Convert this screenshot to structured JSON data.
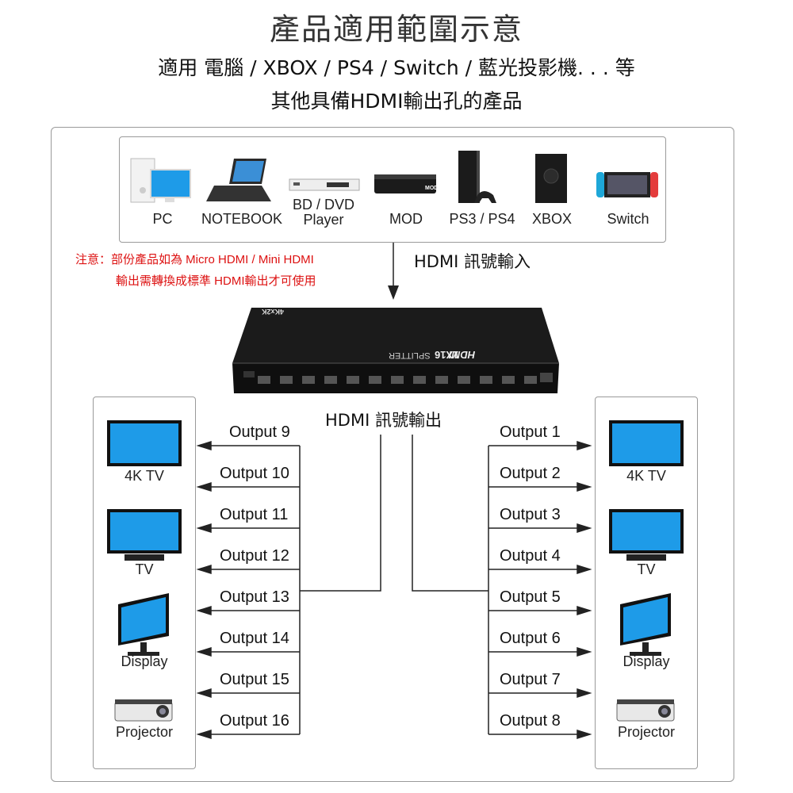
{
  "header": {
    "title": "產品適用範圍示意",
    "line1": "適用 電腦 / XBOX / PS4 / Switch / 藍光投影機. . . 等",
    "line2": "其他具備HDMI輸出孔的產品"
  },
  "sources": [
    {
      "label": "PC",
      "icon": "pc-icon"
    },
    {
      "label": "NOTEBOOK",
      "icon": "notebook-icon"
    },
    {
      "label": "BD / DVD",
      "label2": "Player",
      "icon": "dvd-player-icon"
    },
    {
      "label": "MOD",
      "icon": "mod-box-icon",
      "badge": "MOD"
    },
    {
      "label": "PS3 / PS4",
      "icon": "playstation-icon"
    },
    {
      "label": "XBOX",
      "icon": "xbox-icon"
    },
    {
      "label": "Switch",
      "icon": "switch-console-icon"
    }
  ],
  "note": {
    "line1": "注意：部份產品如為 Micro HDMI / Mini HDMI",
    "line2": "輸出需轉換成標準 HDMI輸出才可使用"
  },
  "input_label": "HDMI 訊號輸入",
  "output_label": "HDMI 訊號輸出",
  "splitter": {
    "model": "1X16",
    "brand": "HDMI",
    "type": "SPLITTER",
    "resolution": "4Kx2K"
  },
  "outputs_right": [
    "Output 1",
    "Output 2",
    "Output 3",
    "Output 4",
    "Output 5",
    "Output 6",
    "Output 7",
    "Output 8"
  ],
  "outputs_left": [
    "Output 9",
    "Output 10",
    "Output 11",
    "Output 12",
    "Output 13",
    "Output 14",
    "Output 15",
    "Output 16"
  ],
  "displays": [
    {
      "label": "4K TV",
      "icon": "4k-tv-icon"
    },
    {
      "label": "TV",
      "icon": "tv-icon"
    },
    {
      "label": "Display",
      "icon": "monitor-icon"
    },
    {
      "label": "Projector",
      "icon": "projector-icon"
    }
  ],
  "colors": {
    "screen_blue": "#1e9be8",
    "note_red": "#dd1111",
    "device_black": "#1b1b1b"
  }
}
